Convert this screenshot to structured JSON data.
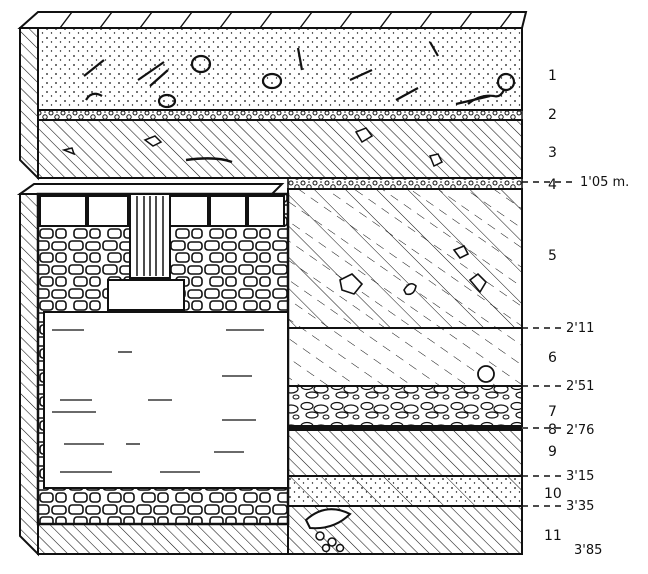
{
  "layers": [
    {
      "number": "1"
    },
    {
      "number": "2"
    },
    {
      "number": "3"
    },
    {
      "number": "4",
      "depth": "1'05 m."
    },
    {
      "number": "5"
    },
    {
      "number": "6",
      "depth": "2'11"
    },
    {
      "number": "7",
      "depth": "2'51"
    },
    {
      "number": "8",
      "depth": "2'76"
    },
    {
      "number": "9"
    },
    {
      "number": "10",
      "depth": "3'15"
    },
    {
      "number": "11",
      "depth": "3'35"
    }
  ],
  "bottom_depth": "3'85",
  "colors": {
    "ink": "#111111",
    "paper": "#ffffff"
  }
}
